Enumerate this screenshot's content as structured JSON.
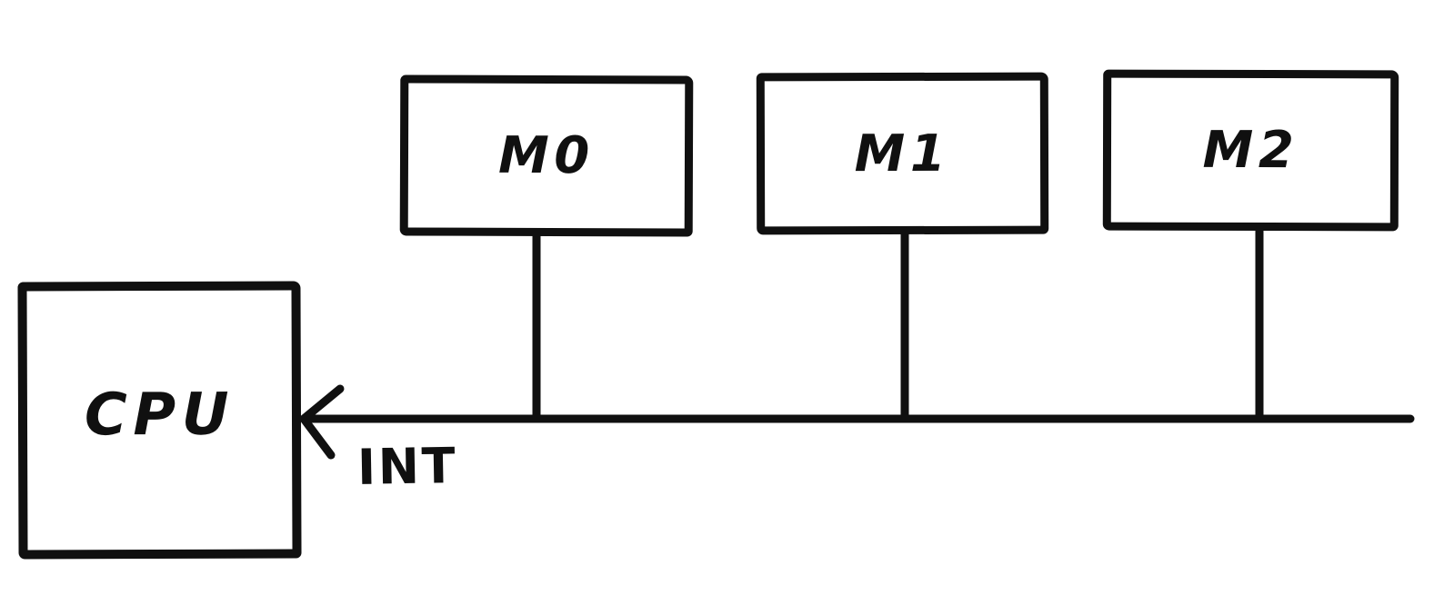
{
  "diagram": {
    "background_color": "#ffffff",
    "ink_color": "#101010",
    "nodes": [
      {
        "id": "cpu",
        "label": "CPU"
      },
      {
        "id": "m0",
        "label": "M0"
      },
      {
        "id": "m1",
        "label": "M1"
      },
      {
        "id": "m2",
        "label": "M2"
      }
    ],
    "bus": {
      "label": "INT",
      "connected_nodes": [
        "M0",
        "M1",
        "M2"
      ],
      "arrow_target": "CPU"
    }
  }
}
